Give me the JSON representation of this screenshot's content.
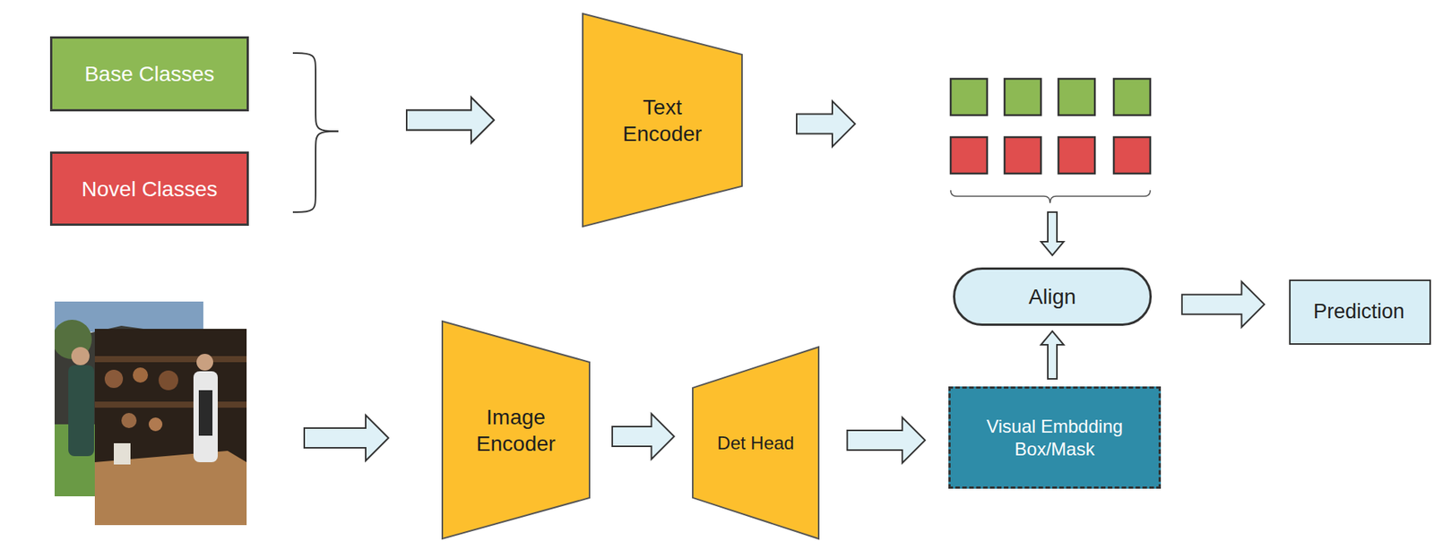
{
  "diagram": {
    "nodes": [
      {
        "text": [
          "Base Classes"
        ]
      },
      {
        "text": [
          "Novel Classes"
        ]
      },
      {
        "text": [
          "Text Encoder"
        ]
      },
      {
        "text": [
          "Align"
        ]
      },
      {
        "text": [
          "Prediction"
        ]
      },
      {
        "text": [
          "Image Encoder"
        ]
      },
      {
        "text": [
          "Det Head"
        ]
      },
      {
        "text": [
          "Visual Embdding",
          "Box/Mask"
        ]
      }
    ],
    "edges": [
      {
        "from": 0,
        "to": 2,
        "arrow": "to"
      },
      {
        "from": 1,
        "to": 2,
        "arrow": "to"
      },
      {
        "from": 2,
        "to": 3,
        "arrow": "to"
      },
      {
        "from": 7,
        "to": 3,
        "arrow": "to"
      },
      {
        "from": 3,
        "to": 4,
        "arrow": "to"
      },
      {
        "from": 5,
        "to": 6,
        "arrow": "to"
      },
      {
        "from": 6,
        "to": 7,
        "arrow": "to"
      }
    ]
  }
}
